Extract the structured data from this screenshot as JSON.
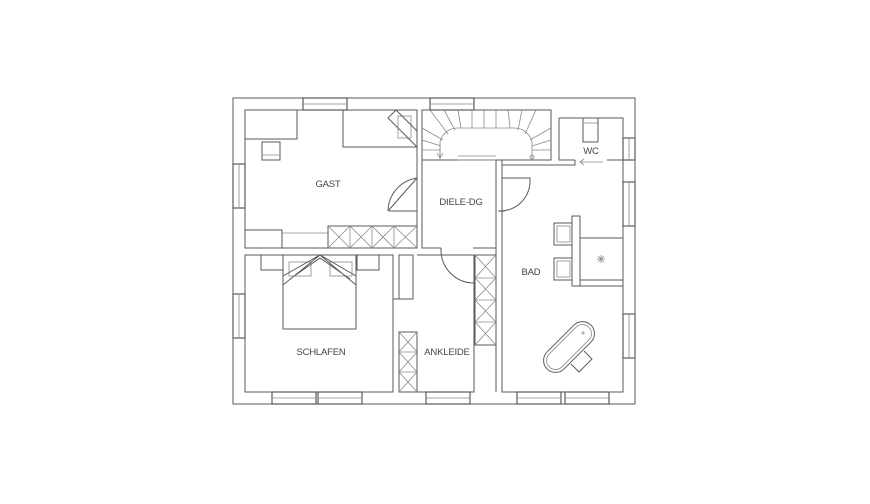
{
  "plan": {
    "rooms": [
      {
        "id": "gast",
        "label": "GAST"
      },
      {
        "id": "diele",
        "label": "DIELE-DG"
      },
      {
        "id": "wc",
        "label": "WC"
      },
      {
        "id": "bad",
        "label": "BAD"
      },
      {
        "id": "schlafen",
        "label": "SCHLAFEN"
      },
      {
        "id": "ankleide",
        "label": "ANKLEIDE"
      }
    ],
    "colors": {
      "line": "#5a5a5a",
      "background": "#ffffff"
    }
  }
}
